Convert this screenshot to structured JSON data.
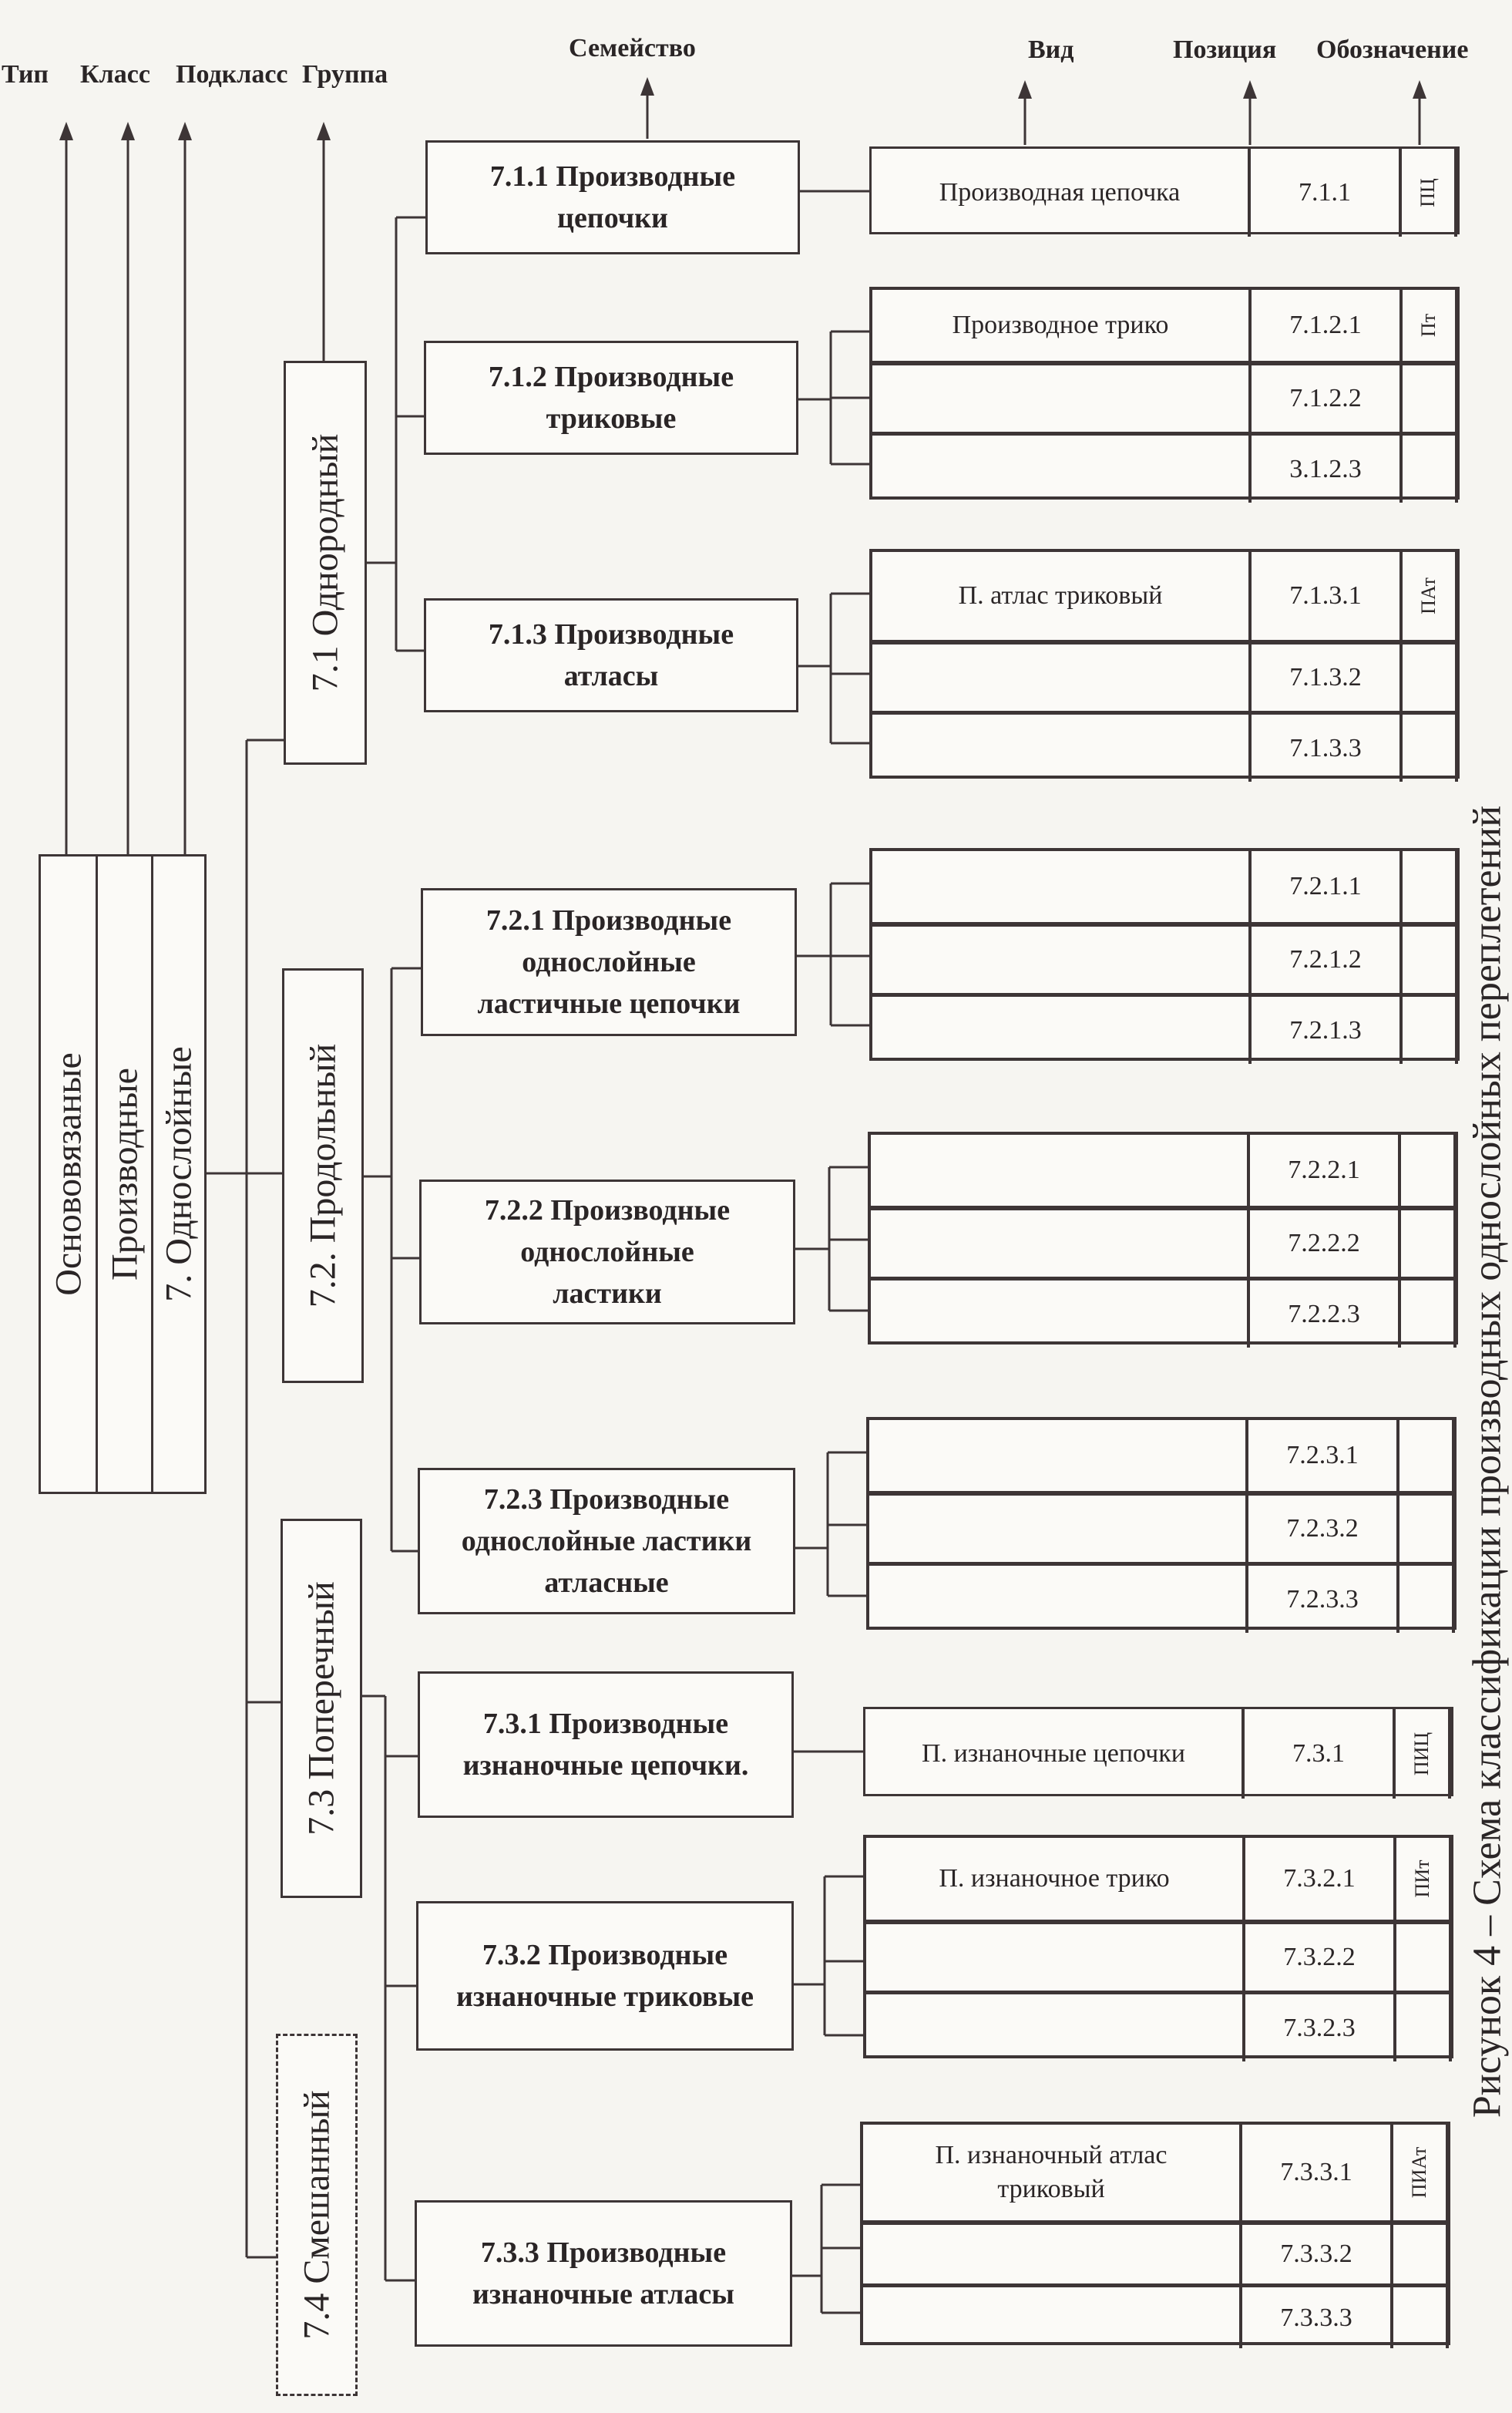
{
  "headers": {
    "type": "Тип",
    "class": "Класс",
    "subclass": "Подкласс",
    "group": "Группа",
    "family": "Семейство",
    "kind": "Вид",
    "position": "Позиция",
    "designation": "Обозначение"
  },
  "root": {
    "type": "Основовязаные",
    "class": "Производные",
    "subclass": "7. Однослойные"
  },
  "groups": [
    "7.1 Однородный",
    "7.2. Продольный",
    "7.3 Поперечный",
    "7.4 Смешанный"
  ],
  "families": [
    "7.1.1 Производные\nцепочки",
    "7.1.2 Производные\nтриковые",
    "7.1.3 Производные\nатласы",
    "7.2.1 Производные\nоднослойные\nластичные цепочки",
    "7.2.2 Производные\nоднослойные\nластики",
    "7.2.3 Производные\nоднослойные ластики\nатласные",
    "7.3.1 Производные\nизнаночные цепочки.",
    "7.3.2 Производные\nизнаночные триковые",
    "7.3.3 Производные\nизнаночные атласы"
  ],
  "tables": [
    {
      "rows": [
        {
          "kind": "Производная  цепочка",
          "position": "7.1.1",
          "designation": "ПЦ"
        }
      ]
    },
    {
      "rows": [
        {
          "kind": "Производное трико",
          "position": "7.1.2.1",
          "designation": "Пт"
        },
        {
          "kind": "",
          "position": "7.1.2.2",
          "designation": ""
        },
        {
          "kind": "",
          "position": "3.1.2.3",
          "designation": ""
        }
      ]
    },
    {
      "rows": [
        {
          "kind": "П. атлас триковый",
          "position": "7.1.3.1",
          "designation": "ПАт"
        },
        {
          "kind": "",
          "position": "7.1.3.2",
          "designation": ""
        },
        {
          "kind": "",
          "position": "7.1.3.3",
          "designation": ""
        }
      ]
    },
    {
      "rows": [
        {
          "kind": "",
          "position": "7.2.1.1",
          "designation": ""
        },
        {
          "kind": "",
          "position": "7.2.1.2",
          "designation": ""
        },
        {
          "kind": "",
          "position": "7.2.1.3",
          "designation": ""
        }
      ]
    },
    {
      "rows": [
        {
          "kind": "",
          "position": "7.2.2.1",
          "designation": ""
        },
        {
          "kind": "",
          "position": "7.2.2.2",
          "designation": ""
        },
        {
          "kind": "",
          "position": "7.2.2.3",
          "designation": ""
        }
      ]
    },
    {
      "rows": [
        {
          "kind": "",
          "position": "7.2.3.1",
          "designation": ""
        },
        {
          "kind": "",
          "position": "7.2.3.2",
          "designation": ""
        },
        {
          "kind": "",
          "position": "7.2.3.3",
          "designation": ""
        }
      ]
    },
    {
      "rows": [
        {
          "kind": "П. изнаночные цепочки",
          "position": "7.3.1",
          "designation": "ПИЦ"
        }
      ]
    },
    {
      "rows": [
        {
          "kind": "П. изнаночное трико",
          "position": "7.3.2.1",
          "designation": "ПИт"
        },
        {
          "kind": "",
          "position": "7.3.2.2",
          "designation": ""
        },
        {
          "kind": "",
          "position": "7.3.2.3",
          "designation": ""
        }
      ]
    },
    {
      "rows": [
        {
          "kind": "П. изнаночный атлас\nтриковый",
          "position": "7.3.3.1",
          "designation": "ПИАт"
        },
        {
          "kind": "",
          "position": "7.3.3.2",
          "designation": ""
        },
        {
          "kind": "",
          "position": "7.3.3.3",
          "designation": ""
        }
      ]
    }
  ],
  "caption": "Рисунок 4 – Схема классификации производных однослойных переплетений"
}
